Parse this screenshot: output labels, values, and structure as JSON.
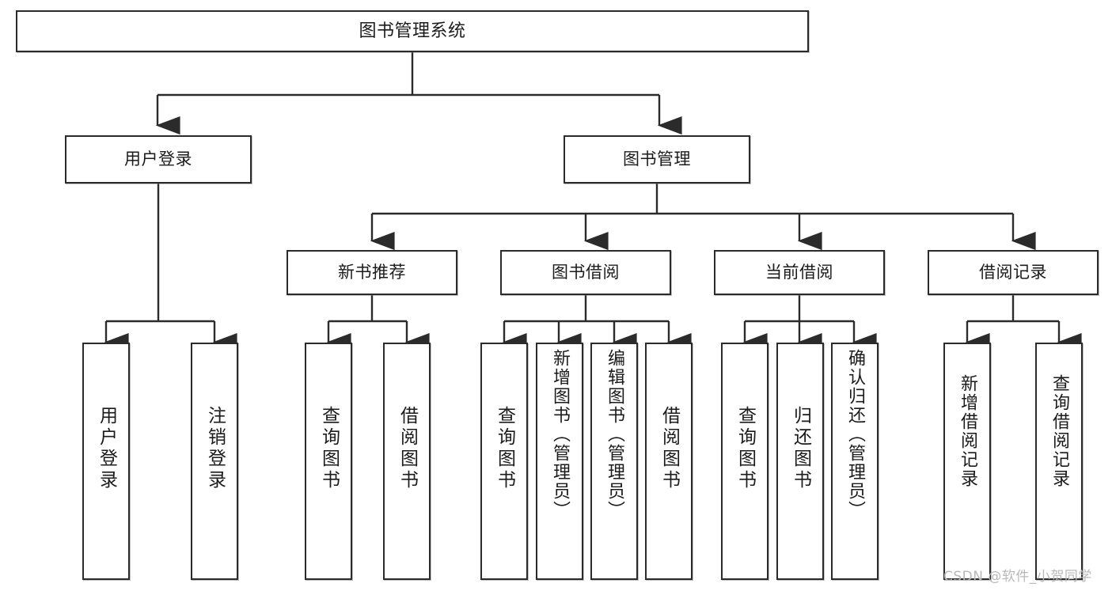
{
  "diagram": {
    "type": "tree",
    "title": "图书管理系统",
    "orientation": "top-down",
    "line_color": "#2b2b2b",
    "box_fill": "#ffffff",
    "text_color": "#1b1b1b",
    "root": {
      "label": "图书管理系统"
    },
    "level1": [
      {
        "label": "用户登录"
      },
      {
        "label": "图书管理"
      }
    ],
    "level2": [
      {
        "label": "新书推荐"
      },
      {
        "label": "图书借阅"
      },
      {
        "label": "当前借阅"
      },
      {
        "label": "借阅记录"
      }
    ],
    "leaves": {
      "user_login": [
        {
          "label": "用户登录"
        },
        {
          "label": "注销登录"
        }
      ],
      "new_book": [
        {
          "label": "查询图书"
        },
        {
          "label": "借阅图书"
        }
      ],
      "book_borrow": [
        {
          "label": "查询图书"
        },
        {
          "label": "新增图书（管理员）"
        },
        {
          "label": "编辑图书（管理员）"
        },
        {
          "label": "借阅图书"
        }
      ],
      "current_borrow": [
        {
          "label": "查询图书"
        },
        {
          "label": "归还图书"
        },
        {
          "label": "确认归还（管理员）"
        }
      ],
      "borrow_record": [
        {
          "label": "新增借阅记录"
        },
        {
          "label": "查询借阅记录"
        }
      ]
    }
  },
  "watermark": {
    "text": "CSDN @软件_小贺同学"
  }
}
